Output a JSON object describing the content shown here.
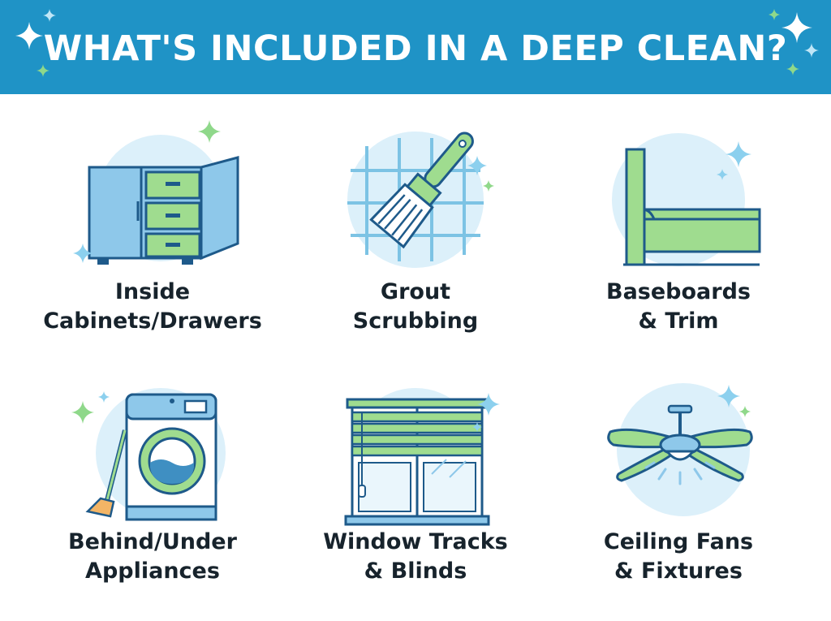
{
  "header": {
    "title": "WHAT'S INCLUDED IN A DEEP CLEAN?"
  },
  "colors": {
    "banner": "#1f93c6",
    "outline": "#1e5a8a",
    "blue_fill": "#8ec8ea",
    "green_fill": "#9fdc8f",
    "circle_bg": "#dcf0fa",
    "sparkle_blue": "#8cd0ee",
    "sparkle_green": "#8fd88a",
    "text": "#17232c"
  },
  "items": [
    {
      "icon": "cabinet-icon",
      "line1": "Inside",
      "line2": "Cabinets/Drawers"
    },
    {
      "icon": "scrub-brush-icon",
      "line1": "Grout",
      "line2": "Scrubbing"
    },
    {
      "icon": "baseboard-icon",
      "line1": "Baseboards",
      "line2": "& Trim"
    },
    {
      "icon": "washing-machine-icon",
      "line1": "Behind/Under",
      "line2": "Appliances"
    },
    {
      "icon": "window-blinds-icon",
      "line1": "Window Tracks",
      "line2": "& Blinds"
    },
    {
      "icon": "ceiling-fan-icon",
      "line1": "Ceiling Fans",
      "line2": "& Fixtures"
    }
  ]
}
